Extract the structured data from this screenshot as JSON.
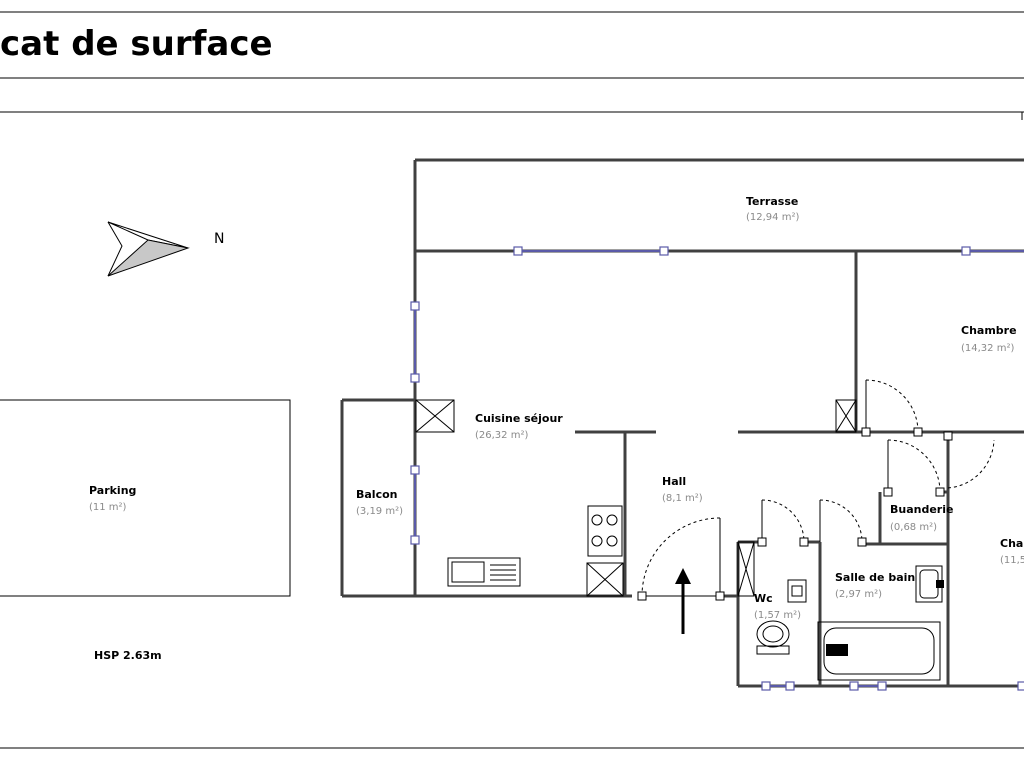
{
  "header": {
    "title": "cat de surface"
  },
  "compass": {
    "label": "N",
    "icon": "north-arrow-icon"
  },
  "rooms": [
    {
      "id": "terrasse",
      "name": "Terrasse",
      "area": "(12,94 m²)"
    },
    {
      "id": "chambre1",
      "name": "Chambre",
      "area": "(14,32 m²)"
    },
    {
      "id": "cuisine",
      "name": "Cuisine séjour",
      "area": "(26,32 m²)"
    },
    {
      "id": "hall",
      "name": "Hall",
      "area": "(8,1 m²)"
    },
    {
      "id": "balcon",
      "name": "Balcon",
      "area": "(3,19 m²)"
    },
    {
      "id": "parking",
      "name": "Parking",
      "area": "(11 m²)"
    },
    {
      "id": "buanderie",
      "name": "Buanderie",
      "area": "(0,68 m²)"
    },
    {
      "id": "chambre2",
      "name": "Cha",
      "area": "(11,5"
    },
    {
      "id": "sdb",
      "name": "Salle de bain",
      "area": "(2,97 m²)"
    },
    {
      "id": "wc",
      "name": "Wc",
      "area": "(1,57 m²)"
    }
  ],
  "notes": {
    "hsp": "HSP 2.63m"
  },
  "colors": {
    "wall": "#404040",
    "window": "#5a5aa8",
    "compass_fill": "#c8c8c8"
  }
}
